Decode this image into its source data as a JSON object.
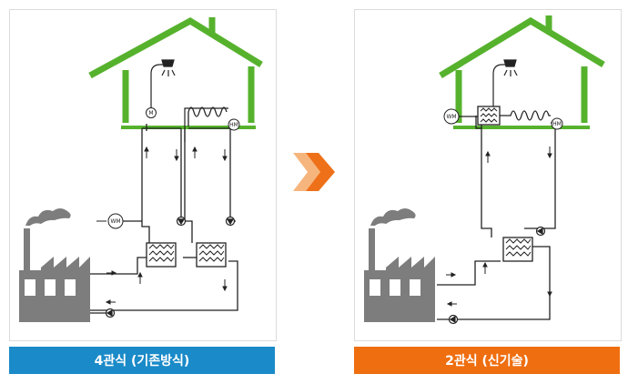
{
  "left_panel": {
    "caption": "4관식 (기존방식)",
    "caption_color": "#1a8ac8",
    "labels": {
      "mixer": "M",
      "heat_meter": "HM",
      "water_meter": "WM"
    }
  },
  "right_panel": {
    "caption": "2관식 (신기술)",
    "caption_color": "#ef6e10",
    "labels": {
      "heat_meter": "HM",
      "water_meter": "WM"
    }
  },
  "colors": {
    "house": "#56b22d",
    "factory": "#7d7d7d",
    "pipe": "#222222",
    "arrow_light": "#f6b57d",
    "arrow_dark": "#ee7018"
  }
}
